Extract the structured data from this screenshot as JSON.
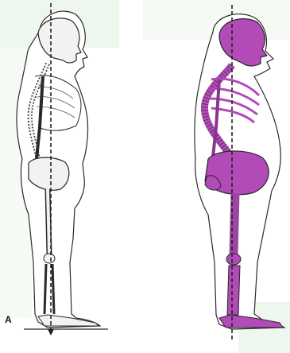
{
  "figure": {
    "panel_label": "A",
    "left_figure": {
      "name": "normal-posture-skeleton",
      "bone_color": "#f2f2f2"
    },
    "right_figure": {
      "name": "abnormal-posture-skeleton",
      "bone_color": "#b24ab8"
    },
    "colors": {
      "outline": "#2a2a2a",
      "plumb_line": "#222222",
      "watermark_tint": "#e6f3e6"
    }
  }
}
